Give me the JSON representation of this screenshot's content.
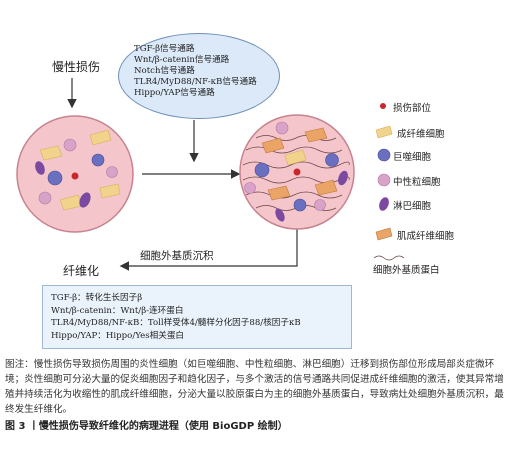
{
  "diagram": {
    "chronic_injury": "慢性损伤",
    "fibrosis": "纤维化",
    "ecm_deposition": "细胞外基质沉积",
    "pathways": [
      "TGF-β信号通路",
      "Wnt/β-catenin信号通路",
      "Notch信号通路",
      "TLR4/MyD88/NF-κB信号通路",
      "Hippo/YAP信号通路"
    ],
    "legend": [
      {
        "icon": "injury-site-dot",
        "label": "损伤部位"
      },
      {
        "icon": "fibroblast",
        "label": "成纤维细胞"
      },
      {
        "icon": "macrophage",
        "label": "巨噬细胞"
      },
      {
        "icon": "neutrophil",
        "label": "中性粒细胞"
      },
      {
        "icon": "lymphocyte",
        "label": "淋巴细胞"
      },
      {
        "icon": "myofibroblast",
        "label": "肌成纤维细胞"
      },
      {
        "icon": "ecm-protein-wave",
        "label": "细胞外基质蛋白"
      }
    ],
    "abbreviations": [
      "TGF-β：转化生长因子β",
      "Wnt/β-catenin：Wnt/β-连环蛋白",
      "TLR4/MyD88/NF-κB：Toll样受体4/髓样分化因子88/核因子κB",
      "Hippo/YAP：Hippo/Yes相关蛋白"
    ],
    "colors": {
      "circle_fill": "#f4c6cc",
      "circle_stroke": "#c7838e",
      "ellipse_fill": "#dbe9f8",
      "fibroblast": "#f2d38c",
      "macrophage": "#6a6fbf",
      "neutrophil": "#d9a3c9",
      "lymphocyte": "#7b4aa0",
      "myofibroblast": "#e9a466",
      "injury_dot": "#c8282c"
    }
  },
  "caption": {
    "text": "图注：慢性损伤导致损伤周围的炎性细胞（如巨噬细胞、中性粒细胞、淋巴细胞）迁移到损伤部位形成局部炎症微环境；炎性细胞可分泌大量的促炎细胞因子和趋化因子，与多个激活的信号通路共同促进成纤维细胞的激活，使其异常增殖并持续活化为收缩性的肌成纤维细胞，分泌大量以胶原蛋白为主的细胞外基质蛋白，导致病灶处细胞外基质沉积，最终发生纤维化。",
    "figure_title": "图 3 丨慢性损伤导致纤维化的病理进程（使用 BioGDP 绘制）"
  }
}
